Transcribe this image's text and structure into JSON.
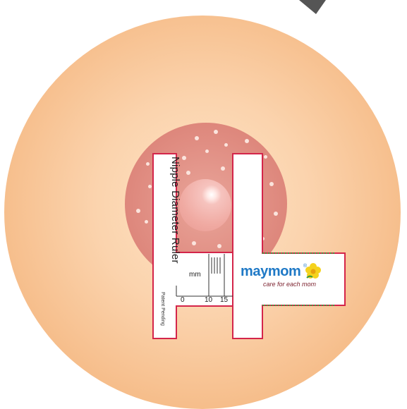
{
  "ruler": {
    "title": "Nipple Diameter Ruler",
    "unit": "mm",
    "ticks": [
      "0",
      "10",
      "15"
    ],
    "patent": "Patent Pending"
  },
  "brand": {
    "name": "maymom",
    "registered": "®",
    "tagline": "care for each mom"
  },
  "icons": {
    "arrow": "curved-arrow-icon",
    "logo": "flower-icon"
  },
  "colors": {
    "skin": "#fbd3ad",
    "areola": "#e08d82",
    "nipple": "#f0aaa2",
    "ruler_edge": "#d4254a",
    "dotted_edge": "#3a9a3a",
    "brand_blue": "#1f79c6",
    "tagline": "#7a1f2c"
  }
}
